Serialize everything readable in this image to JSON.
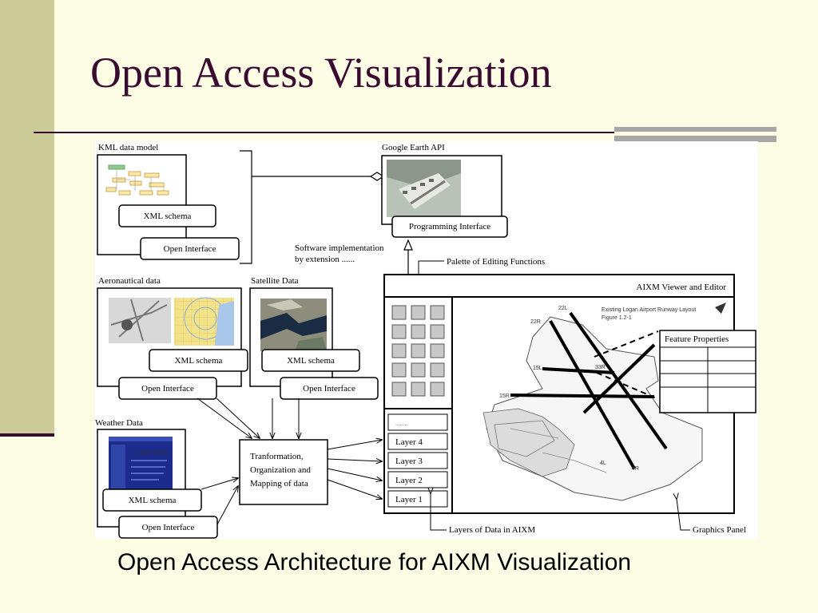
{
  "slide": {
    "title": "Open Access Visualization",
    "caption": "Open Access Architecture for AIXM Visualization"
  },
  "diagram": {
    "kml": {
      "label": "KML data model",
      "schema": "XML schema",
      "interface": "Open Interface"
    },
    "google": {
      "label": "Google Earth API",
      "interface": "Programming Interface"
    },
    "software_note_1": "Software implementation",
    "software_note_2": "by extension ......",
    "palette_label": "Palette of Editing Functions",
    "aero": {
      "label": "Aeronautical data",
      "schema": "XML schema",
      "interface": "Open Interface"
    },
    "satellite": {
      "label": "Satellite Data",
      "schema": "XML schema",
      "interface": "Open Interface"
    },
    "weather": {
      "label": "Weather Data",
      "schema": "XML schema",
      "interface": "Open Interface",
      "screen_title": "Logan Airport"
    },
    "transform": {
      "line1": "Tranformation,",
      "line2": "Organization and",
      "line3": "Mapping of data"
    },
    "viewer": {
      "title": "AIXM Viewer and Editor",
      "layers": [
        "........",
        "Layer 4",
        "Layer 3",
        "Layer 2",
        "Layer 1"
      ],
      "feature_properties": "Feature Properties",
      "map_title": "Existing Logan Airport Runway Layout",
      "map_figure": "Figure 1.2-1",
      "runways": [
        "22L",
        "22R",
        "33R",
        "15L",
        "15R",
        "4L",
        "4R"
      ],
      "layers_label": "Layers of Data in AIXM",
      "graphics_label": "Graphics Panel"
    }
  }
}
